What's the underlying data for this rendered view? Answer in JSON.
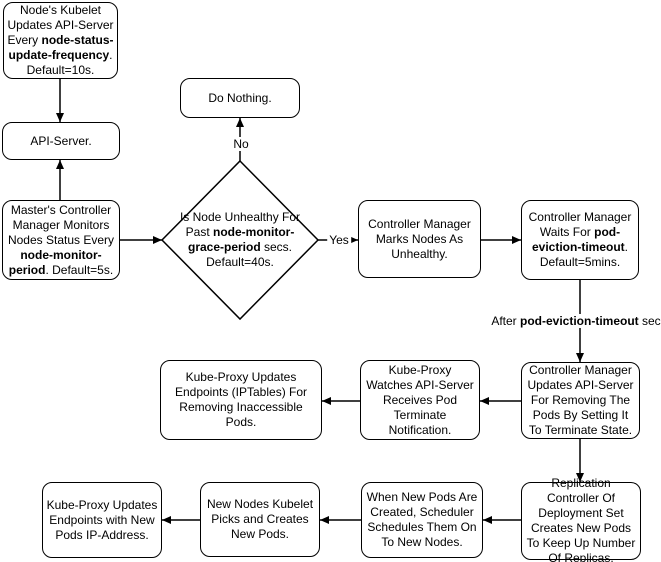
{
  "nodes": {
    "kubelet": {
      "t1": "Node's Kubelet Updates API-Server Every ",
      "b1": "node-status-update-frequency",
      "t2": ". Default=10s."
    },
    "api_server": {
      "t1": "API-Server."
    },
    "master": {
      "t1": "Master's Controller Manager Monitors Nodes Status Every ",
      "b1": "node-monitor-period",
      "t2": ". Default=5s."
    },
    "do_nothing": {
      "t1": "Do Nothing."
    },
    "decision": {
      "t1": "Is Node Unhealthy For Past ",
      "b1": "node-monitor-grace-period",
      "t2": " secs. Default=40s."
    },
    "marks_unhealthy": {
      "t1": "Controller Manager Marks Nodes As Unhealthy."
    },
    "waits": {
      "t1": "Controller Manager Waits For ",
      "b1": "pod-eviction-timeout",
      "t2": ". Default=5mins."
    },
    "updates_terminate": {
      "t1": "Controller Manager Updates API-Server For Removing The Pods By Setting It To Terminate State."
    },
    "watches": {
      "t1": "Kube-Proxy Watches API-Server Receives Pod Terminate Notification."
    },
    "iptables": {
      "t1": "Kube-Proxy Updates Endpoints (IPTables) For Removing Inaccessible Pods."
    },
    "replication": {
      "t1": "Replication Controller Of Deployment Set Creates New Pods To Keep Up Number Of Replicas."
    },
    "scheduler": {
      "t1": "When New Pods Are Created, Scheduler Schedules Them On To New Nodes."
    },
    "new_nodes_kubelet": {
      "t1": "New Nodes Kubelet Picks and Creates New Pods."
    },
    "kubeproxy_new_pods": {
      "t1": "Kube-Proxy Updates Endpoints with New Pods IP-Address."
    }
  },
  "edge_labels": {
    "no": "No",
    "yes": "Yes",
    "after_t1": "After ",
    "after_b": "pod-eviction-timeout",
    "after_t2": " secs"
  },
  "colors": {
    "stroke": "#000000",
    "fill": "#ffffff",
    "text": "#000000",
    "background": "#ffffff"
  }
}
